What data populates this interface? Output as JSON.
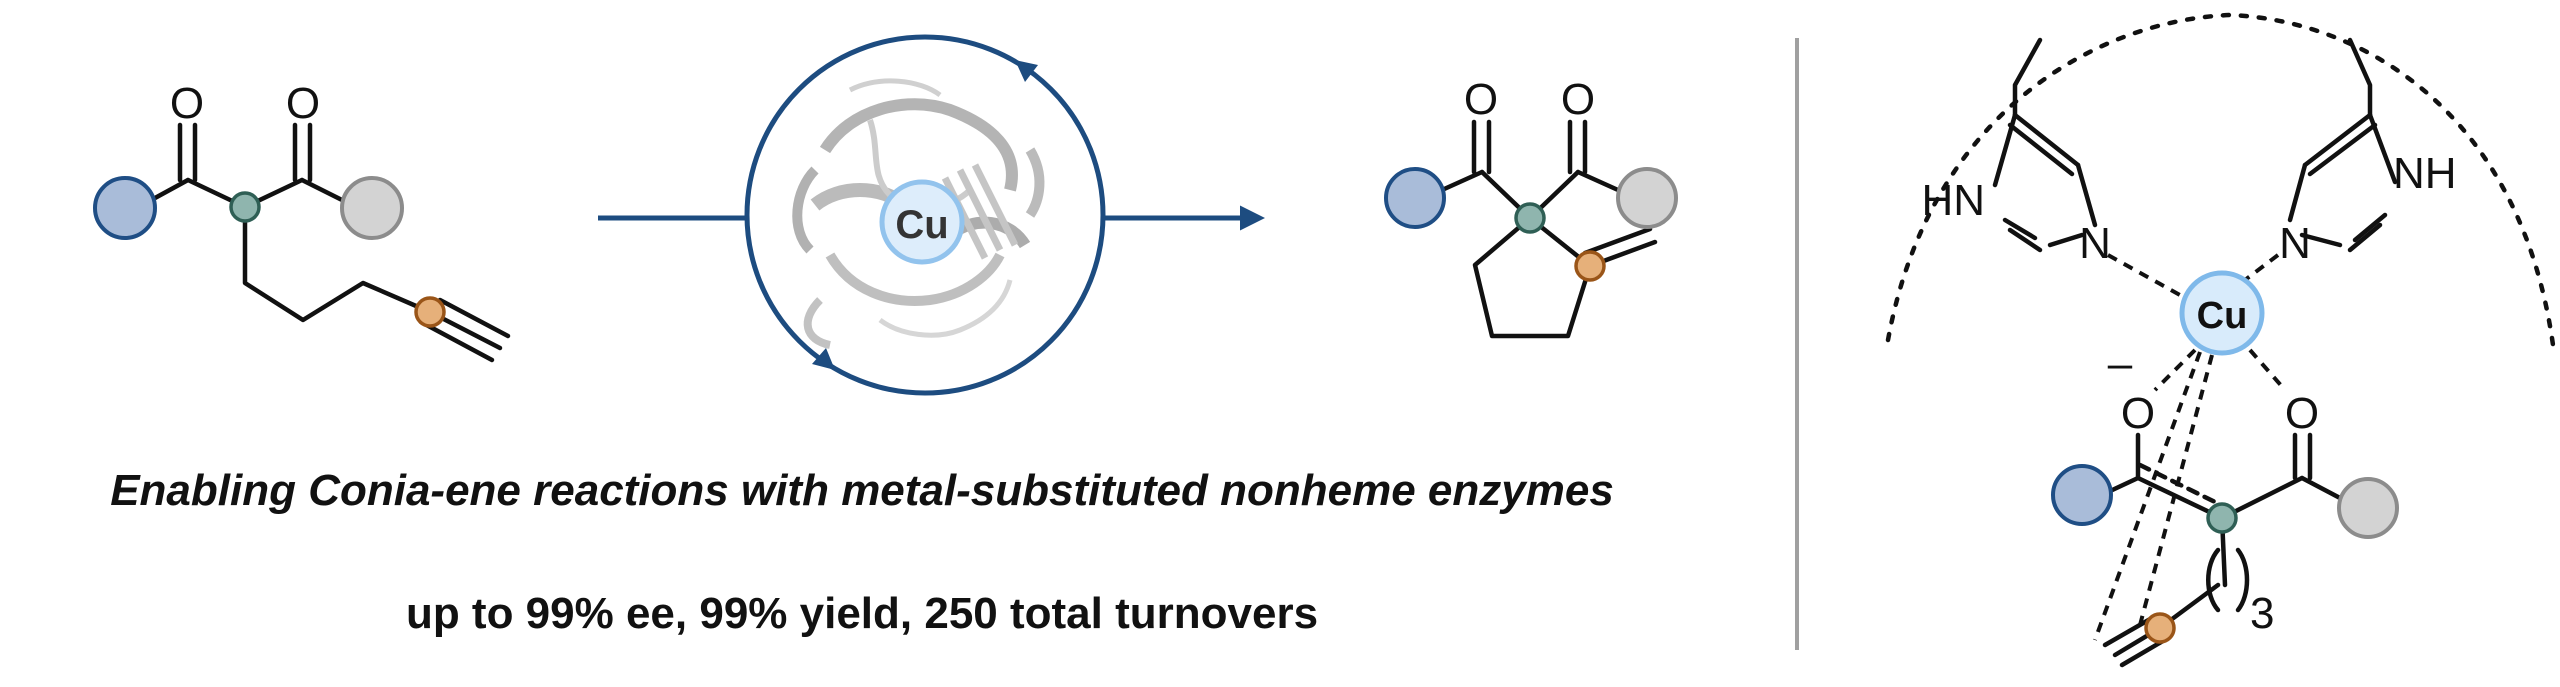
{
  "colors": {
    "blue_group": "#a9bcd9",
    "blue_group_stroke": "#1f4e85",
    "gray_group": "#d3d3d3",
    "gray_group_stroke": "#8c8c8c",
    "teal_center": "#8fb5ae",
    "teal_stroke": "#2f5f55",
    "orange_center": "#e6b07a",
    "orange_stroke": "#9a5518",
    "cu_fill": "#d8ebfb",
    "cu_stroke": "#7fb9ea",
    "arrow": "#1d4c80",
    "divider": "#a0a0a0"
  },
  "labels": {
    "oxygen": "O",
    "copper": "Cu",
    "hn": "HN",
    "nh": "NH",
    "n": "N",
    "minus": "–",
    "subscript_3": "3"
  },
  "caption": {
    "title": "Enabling Conia-ene reactions with metal-substituted nonheme enzymes",
    "subtitle": "up to 99% ee, 99% yield, 250 total turnovers"
  },
  "icons": {
    "enzyme": "protein-ribbon-icon",
    "cycle": "catalytic-cycle-icon"
  }
}
